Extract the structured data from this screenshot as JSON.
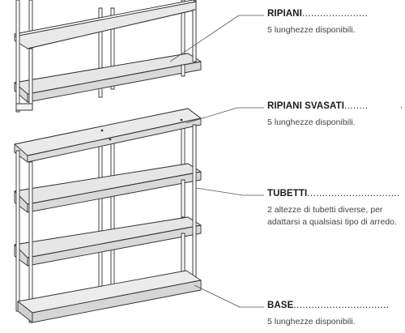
{
  "callouts": [
    {
      "key": "ripiani",
      "title": "RIPIANI",
      "dots": "......................",
      "desc": "5 lunghezze disponibili."
    },
    {
      "key": "ripiani_svasati",
      "title": "RIPIANI SVASATI",
      "dots": "........",
      "desc": "5 lunghezze disponibili."
    },
    {
      "key": "tubetti",
      "title": "TUBETTI",
      "dots": "...............................",
      "desc": "2 altezze di tubetti diverse, per adattarsi a qualsiasi tipo di arredo."
    },
    {
      "key": "base",
      "title": "BASE",
      "dots": "................................",
      "desc": "5 lunghezze disponibili."
    }
  ],
  "stray_mark": "."
}
